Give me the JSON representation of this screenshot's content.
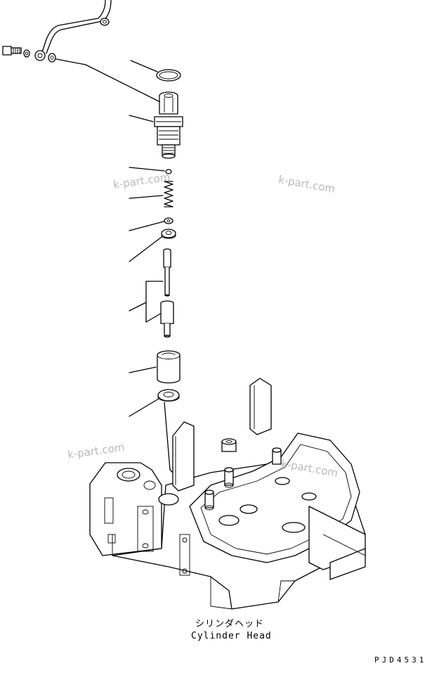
{
  "caption": {
    "japanese": "シリンダヘッド",
    "english": "Cylinder Head"
  },
  "drawing_code": "PJD4531",
  "watermarks": [
    "k-part.com",
    "k-part.com",
    "k-part.com",
    "k-part.com"
  ]
}
